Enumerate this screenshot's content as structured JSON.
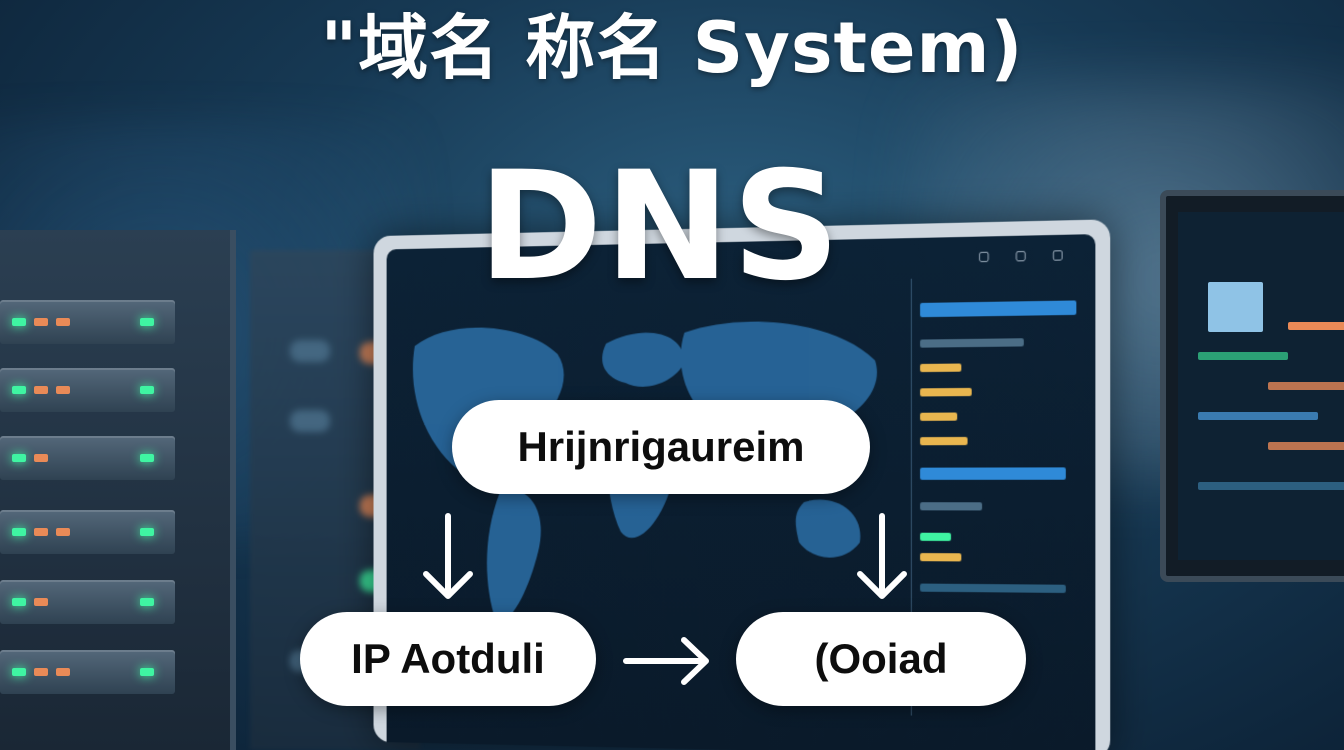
{
  "header": {
    "subtitle": "\"域名 称名 System)",
    "title": "DNS"
  },
  "diagram": {
    "top_label": "Hrijnrigaureim",
    "left_label": "IP Aotduli",
    "right_label": "(Ooiad"
  },
  "laptop_screen": {
    "top_icons": "▢ ▢ ▢"
  },
  "colors": {
    "background": "#173a55",
    "led_green": "#3ff5a2",
    "led_orange": "#e98a57",
    "accent_blue": "#2f8ad8",
    "pill": "#ffffff"
  }
}
